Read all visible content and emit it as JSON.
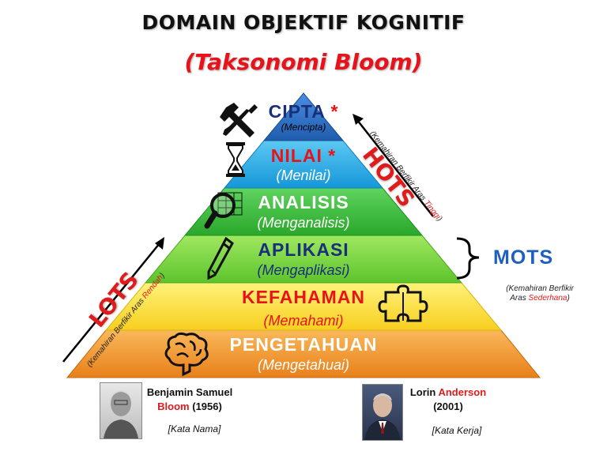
{
  "title": "DOMAIN OBJEKTIF KOGNITIF",
  "subtitle": "(Taksonomi Bloom)",
  "levels": [
    {
      "name": "CIPTA",
      "marker": "*",
      "verb": "(Mencipta)",
      "name_color": "#1a2f7a",
      "verb_color": "#1a2f7a",
      "icon": "tools-icon"
    },
    {
      "name": "NILAI",
      "marker": "*",
      "verb": "(Menilai)",
      "name_color": "#e8131a",
      "verb_color": "#ffffff",
      "icon": "hourglass-icon"
    },
    {
      "name": "ANALISIS",
      "verb": "(Menganalisis)",
      "name_color": "#ffffff",
      "verb_color": "#ffffff",
      "icon": "magnifier-icon"
    },
    {
      "name": "APLIKASI",
      "verb": "(Mengaplikasi)",
      "name_color": "#1a2f7a",
      "verb_color": "#1a2f7a",
      "icon": "pencil-icon"
    },
    {
      "name": "KEFAHAMAN",
      "verb": "(Memahami)",
      "name_color": "#e8131a",
      "verb_color": "#e8131a",
      "icon": "puzzle-icon"
    },
    {
      "name": "PENGETAHUAN",
      "verb": "(Mengetahuai)",
      "name_color": "#ffffff",
      "verb_color": "#ffffff",
      "icon": "brain-icon"
    }
  ],
  "colors": {
    "cipta": "#2f74c8",
    "nilai": "#1fa7e6",
    "analisis": "#3bbf3b",
    "aplikasi": "#7bd63c",
    "kefahaman": "#ffe03a",
    "pengetahuan": "#f59a2a"
  },
  "hots": {
    "word": "HOTS",
    "note_prefix": "(Kemahiran Berfikir Aras ",
    "note_highlight": "Tinggi",
    "note_suffix": ")"
  },
  "lots": {
    "word": "LOTS",
    "note_prefix": "(Kemahiran Berfikir Aras ",
    "note_highlight": "Rendah",
    "note_suffix": ")"
  },
  "mots": {
    "word": "MOTS",
    "note_line1": "(Kemahiran Berfikir",
    "note_prefix": "Aras ",
    "note_highlight": "Sederhana",
    "note_suffix": ")"
  },
  "person_left": {
    "line1": "Benjamin Samuel",
    "surname": "Bloom",
    "year": " (1956)",
    "note": "[Kata Nama]"
  },
  "person_right": {
    "first": "Lorin ",
    "surname": "Anderson",
    "year": "(2001)",
    "note": "[Kata Kerja]"
  }
}
